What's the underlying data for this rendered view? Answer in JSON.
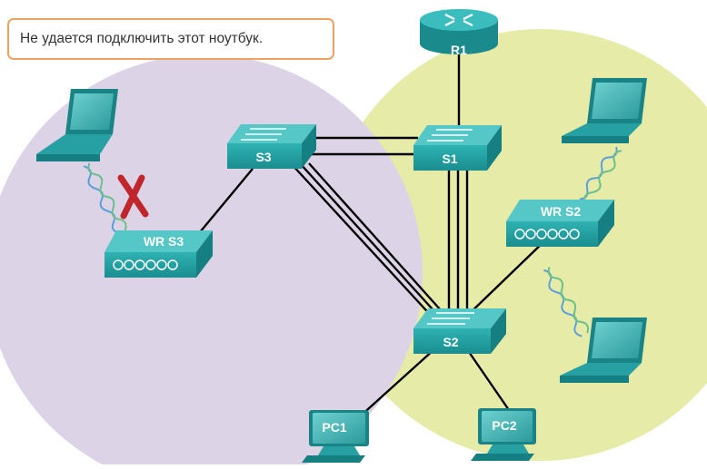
{
  "callout": {
    "text": "Не удается подключить этот ноутбук."
  },
  "devices": {
    "r1": "R1",
    "s1": "S1",
    "s2": "S2",
    "s3": "S3",
    "wrs2": "WR S2",
    "wrs3": "WR S3",
    "pc1": "PC1",
    "pc2": "PC2"
  },
  "colors": {
    "zone_left": "#ddd3e6",
    "zone_right": "#e6eca8",
    "device": "#2aa3a5",
    "device_dark": "#1b7b7d",
    "cable": "#000000",
    "wave": "#5aa0d8",
    "error_x": "#c0272d",
    "callout_border": "#f0a060"
  },
  "icons": [
    "router-icon",
    "switch-icon",
    "wireless-router-icon",
    "laptop-icon",
    "pc-icon",
    "x-mark-icon"
  ]
}
